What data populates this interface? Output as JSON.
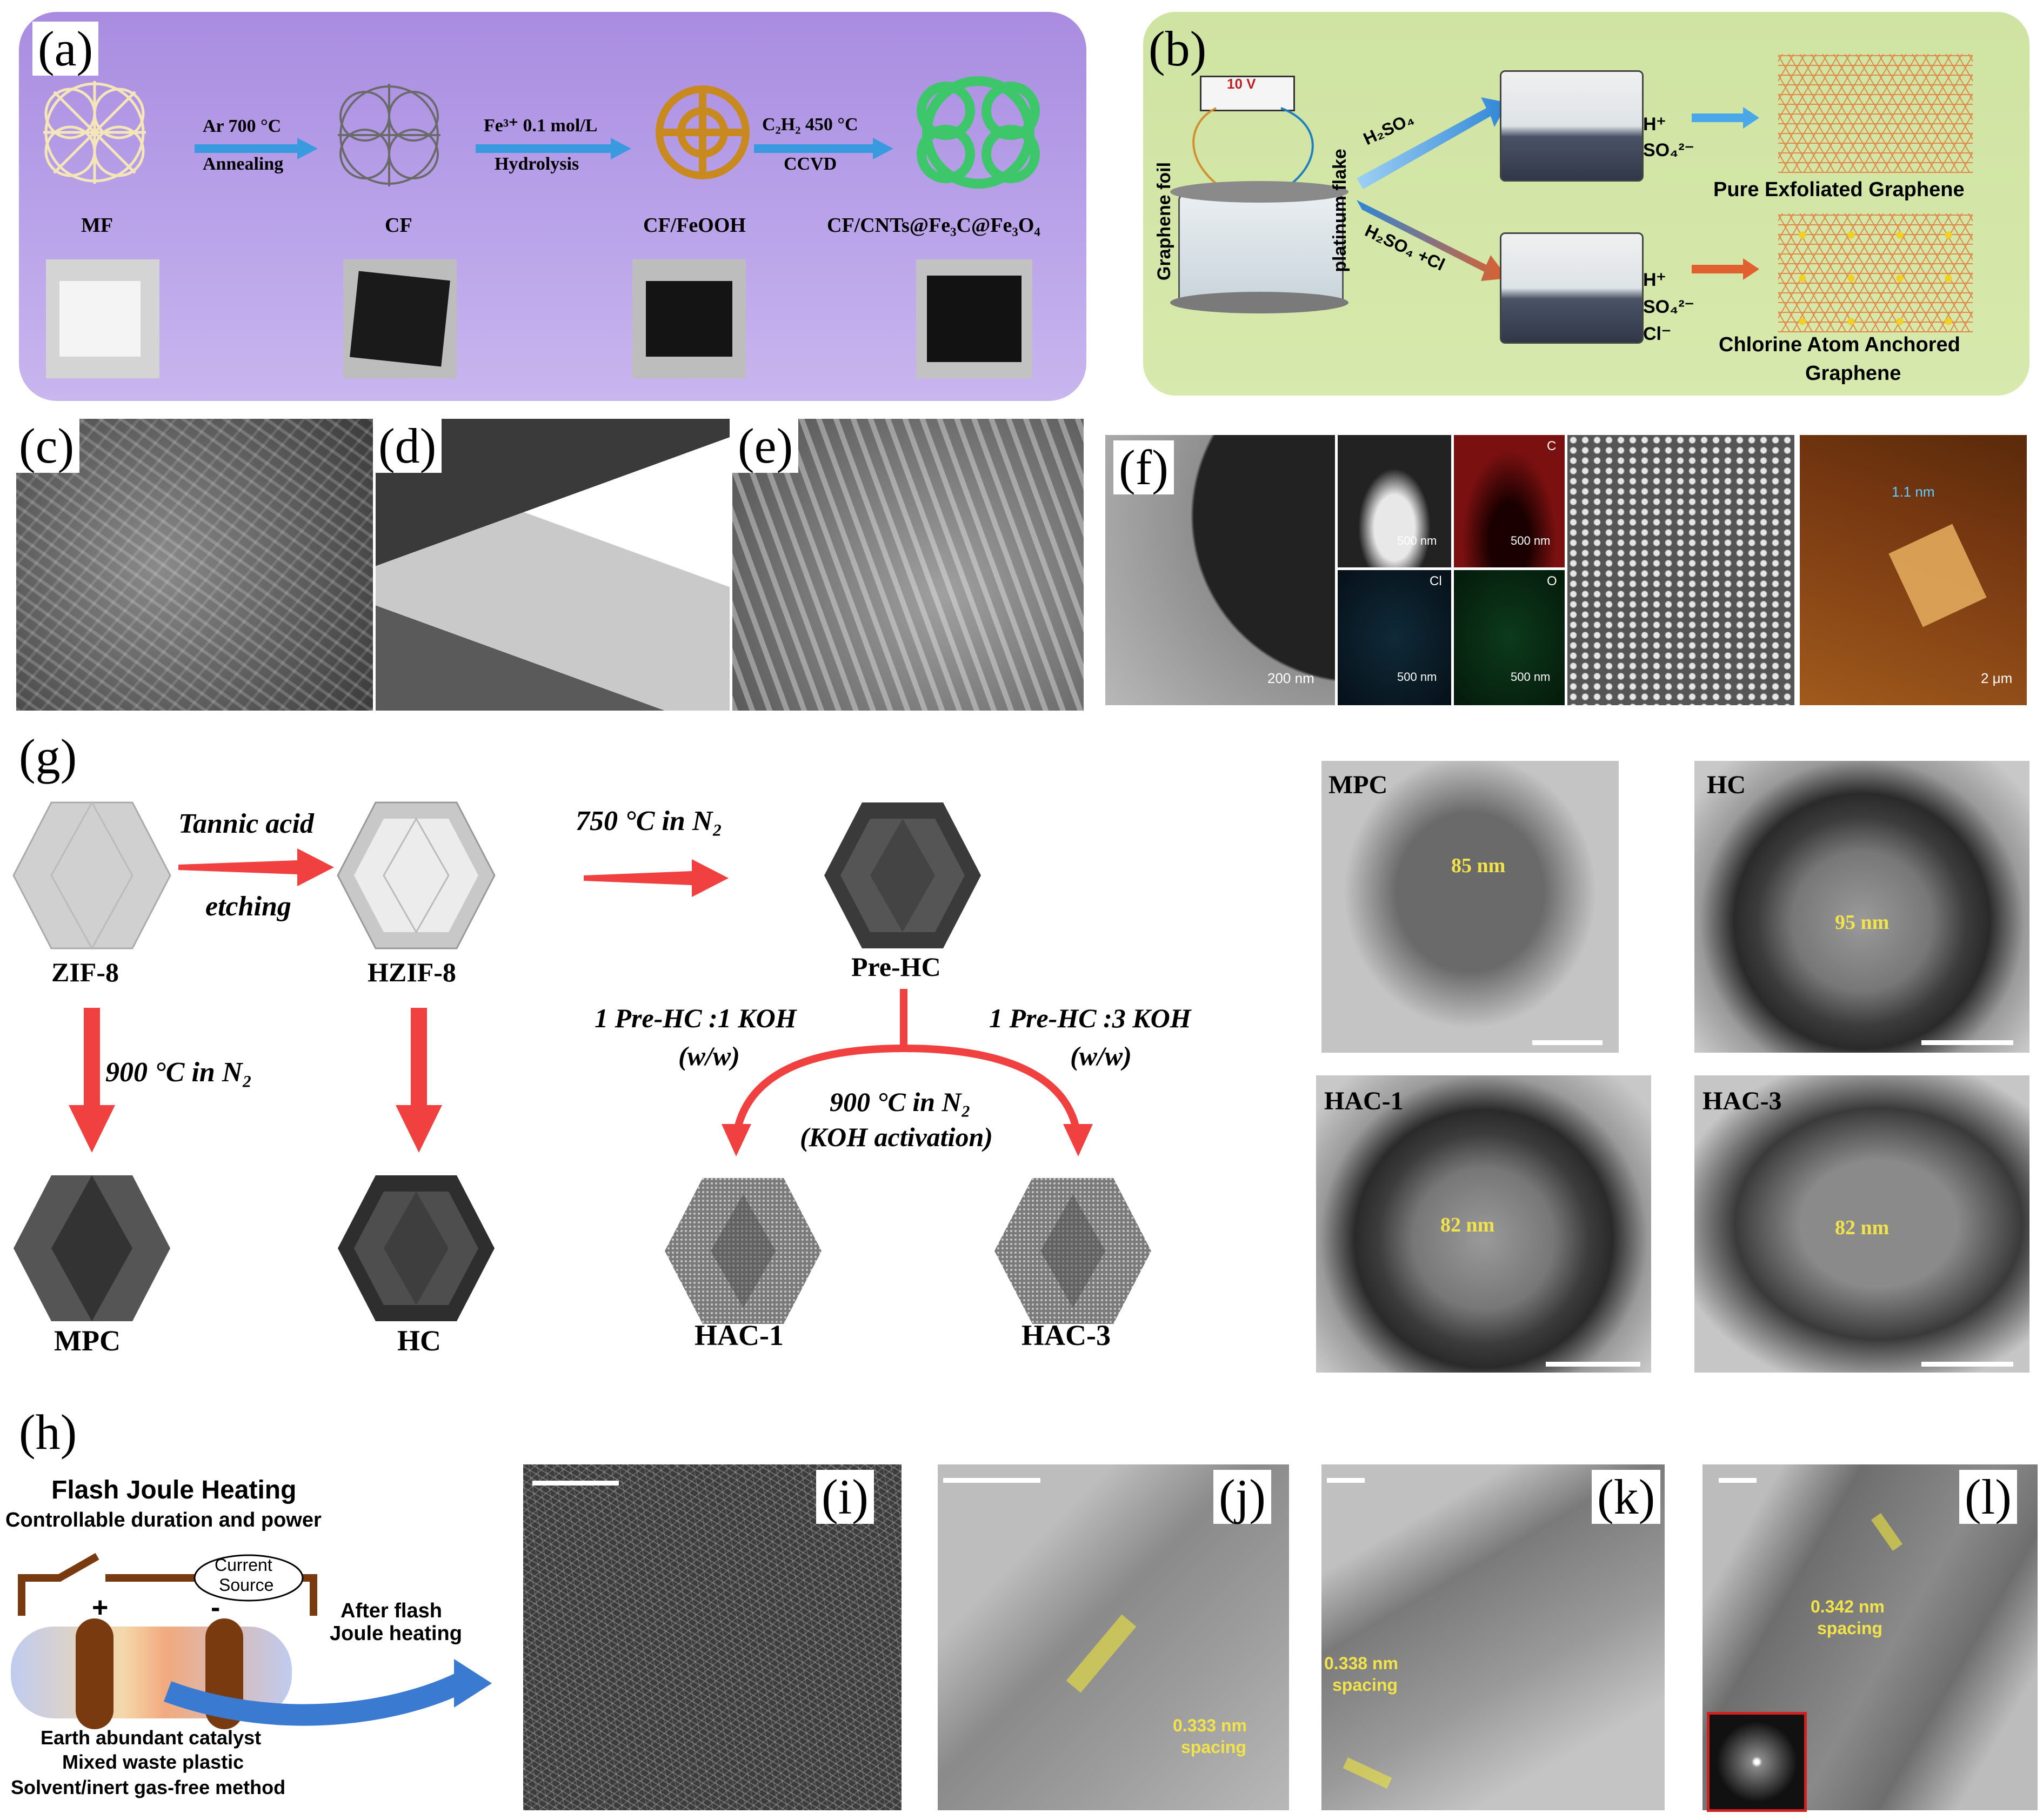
{
  "panels": {
    "a": {
      "label": "(a)",
      "steps": [
        {
          "top": "Ar  700 °C",
          "bottom": "Annealing"
        },
        {
          "top": "Fe³⁺ 0.1 mol/L",
          "bottom": "Hydrolysis"
        },
        {
          "top": "C₂H₂ 450 °C",
          "bottom": "CCVD"
        }
      ],
      "materials": [
        "MF",
        "CF",
        "CF/FeOOH",
        "CF/CNTs@Fe₃C@Fe₃O₄"
      ]
    },
    "b": {
      "label": "(b)",
      "voltage": "10 V",
      "left_label": "Graphene foil",
      "right_label": "platinum flake",
      "route1": "H₂SO₄",
      "route2": "H₂SO₄ +Cl",
      "ions1": [
        "H⁺",
        "SO₄²⁻"
      ],
      "ions2": [
        "H⁺",
        "SO₄²⁻",
        "Cl⁻"
      ],
      "product1": "Pure Exfoliated Graphene",
      "product2_line1": "Chlorine Atom Anchored",
      "product2_line2": "Graphene"
    },
    "c": {
      "label": "(c)"
    },
    "d": {
      "label": "(d)"
    },
    "e": {
      "label": "(e)"
    },
    "f": {
      "label": "(f)",
      "scales": [
        "200 nm",
        "500 nm",
        "500 nm",
        "500 nm",
        "500 nm"
      ],
      "map_labels": [
        "C",
        "Cl",
        "O"
      ],
      "afm_height": "1.1 nm",
      "afm_scale": "2 μm"
    },
    "g": {
      "label": "(g)",
      "zif8": "ZIF-8",
      "hzif8": "HZIF-8",
      "etch_top": "Tannic acid",
      "etch_bottom": "etching",
      "pyro": "750 °C in N₂",
      "prehc": "Pre-HC",
      "carbonize": "900 °C in N₂",
      "ratio1": "1 Pre-HC :1 KOH",
      "ratio1_ww": "(w/w)",
      "ratio3": "1 Pre-HC :3 KOH",
      "ratio3_ww": "(w/w)",
      "activation_top": "900 °C in N₂",
      "activation_bottom": "(KOH activation)",
      "products": [
        "MPC",
        "HC",
        "HAC-1",
        "HAC-3"
      ],
      "tem": [
        {
          "name": "MPC",
          "size": "85 nm"
        },
        {
          "name": "HC",
          "size": "95 nm"
        },
        {
          "name": "HAC-1",
          "size": "82 nm"
        },
        {
          "name": "HAC-3",
          "size": "82 nm"
        }
      ]
    },
    "h": {
      "label": "(h)",
      "title": "Flash Joule Heating",
      "subtitle": "Controllable duration and power",
      "source_line1": "Current",
      "source_line2": "Source",
      "plus": "+",
      "minus": "-",
      "after_line1": "After flash",
      "after_line2": "Joule heating",
      "foot": [
        "Earth abundant catalyst",
        "Mixed waste plastic",
        "Solvent/inert gas-free method"
      ]
    },
    "i": {
      "label": "(i)"
    },
    "j": {
      "label": "(j)",
      "spacing_value": "0.333 nm",
      "spacing_word": "spacing"
    },
    "k": {
      "label": "(k)",
      "spacing_value": "0.338 nm",
      "spacing_word": "spacing"
    },
    "l": {
      "label": "(l)",
      "spacing_value": "0.342 nm",
      "spacing_word": "spacing"
    }
  }
}
